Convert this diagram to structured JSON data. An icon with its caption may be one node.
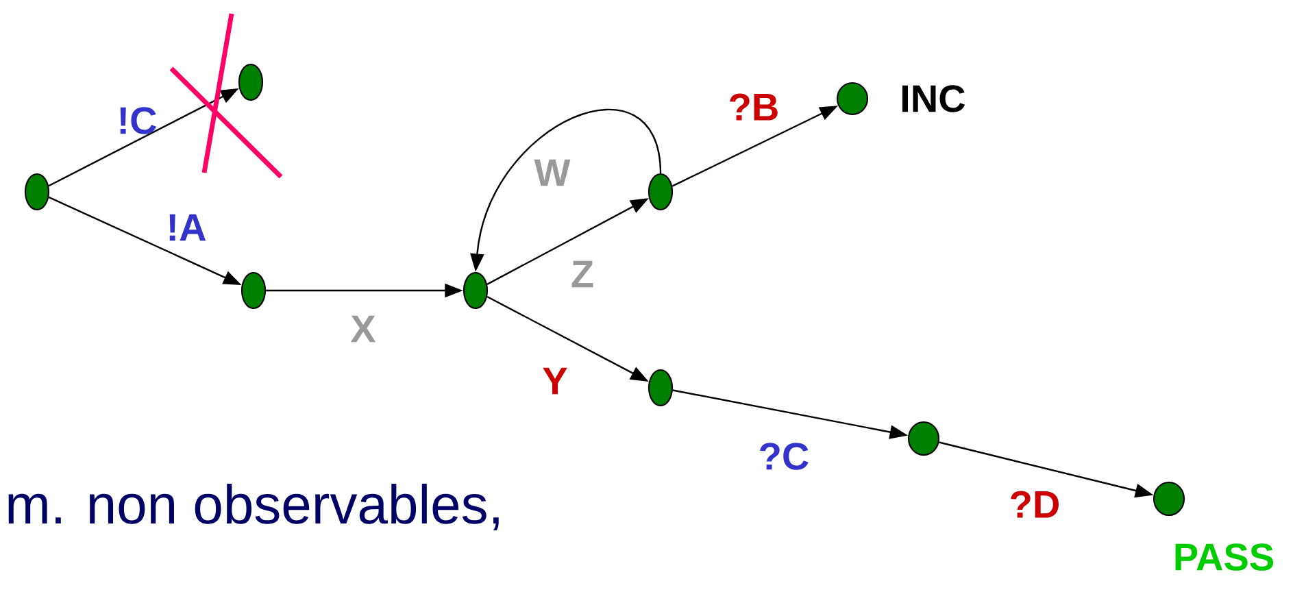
{
  "diagram": {
    "nodes": [
      {
        "text": [],
        "shape": "circle"
      },
      {
        "text": [],
        "shape": "circle"
      },
      {
        "text": [],
        "shape": "circle"
      },
      {
        "text": [],
        "shape": "circle"
      },
      {
        "text": [],
        "shape": "circle"
      },
      {
        "text": [],
        "shape": "circle",
        "beside": [
          "INC"
        ]
      },
      {
        "text": [],
        "shape": "circle"
      },
      {
        "text": [],
        "shape": "circle"
      },
      {
        "text": [],
        "shape": "circle",
        "beside": [
          "PASS"
        ]
      }
    ],
    "edges": [
      {
        "from": 0,
        "to": 1,
        "arrow": "to",
        "label": "!C"
      },
      {
        "from": 0,
        "to": 2,
        "arrow": "to",
        "label": "!A"
      },
      {
        "from": 2,
        "to": 3,
        "arrow": "to",
        "label": "X"
      },
      {
        "from": 3,
        "to": 4,
        "arrow": "to",
        "label": "Z"
      },
      {
        "from": 4,
        "to": 3,
        "arrow": "to",
        "label": "W"
      },
      {
        "from": 4,
        "to": 5,
        "arrow": "to",
        "label": "?B"
      },
      {
        "from": 3,
        "to": 6,
        "arrow": "to",
        "label": "Y"
      },
      {
        "from": 6,
        "to": 7,
        "arrow": "to",
        "label": "?C"
      },
      {
        "from": 7,
        "to": 8,
        "arrow": "to",
        "label": "?D"
      }
    ],
    "labels": [
      "m. non observables,"
    ]
  }
}
